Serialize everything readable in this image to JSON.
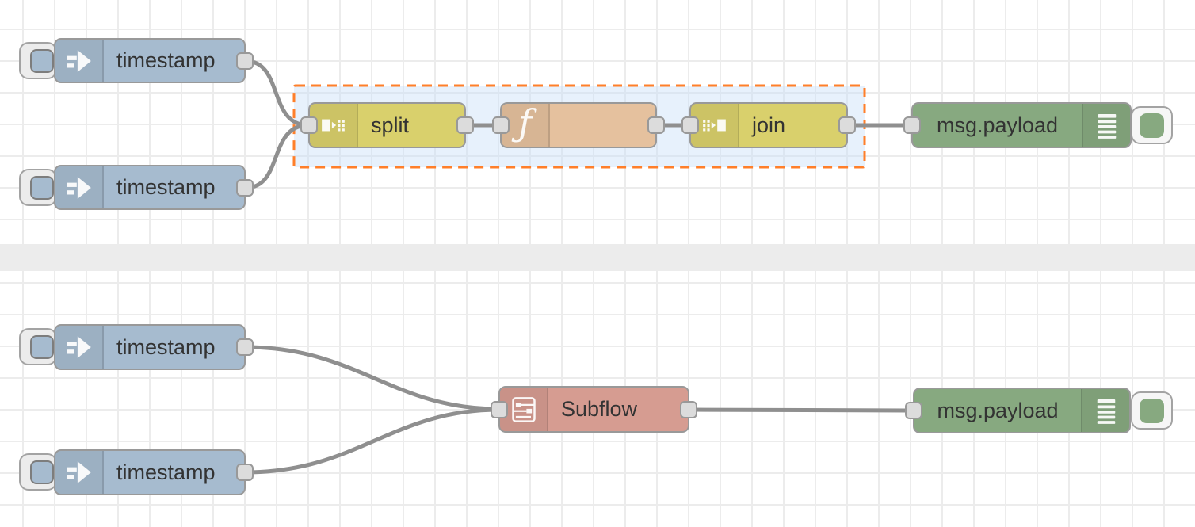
{
  "app": {
    "name": "flow-editor-canvas"
  },
  "canvas": {
    "background": "#ffffff",
    "grid_color": "#ececec",
    "divider_color": "#ececec",
    "wire_color": "#8f8f8f"
  },
  "selection": {
    "border_color": "#ff7f2a",
    "fill_color": "rgba(201,224,249,0.45)"
  },
  "nodes": [
    {
      "type": "inject",
      "label": "timestamp",
      "color": "#a6bbcf",
      "icon": "inject-arrow-icon"
    },
    {
      "type": "inject",
      "label": "timestamp",
      "color": "#a6bbcf",
      "icon": "inject-arrow-icon"
    },
    {
      "type": "split",
      "label": "split",
      "color": "#d9d06c",
      "icon": "split-icon"
    },
    {
      "type": "function",
      "label": "",
      "color": "#e5c19e",
      "icon": "function-f-icon"
    },
    {
      "type": "join",
      "label": "join",
      "color": "#d9d06c",
      "icon": "join-icon"
    },
    {
      "type": "debug",
      "label": "msg.payload",
      "color": "#87a980",
      "icon": "debug-lines-icon"
    },
    {
      "type": "inject",
      "label": "timestamp",
      "color": "#a6bbcf",
      "icon": "inject-arrow-icon"
    },
    {
      "type": "inject",
      "label": "timestamp",
      "color": "#a6bbcf",
      "icon": "inject-arrow-icon"
    },
    {
      "type": "subflow",
      "label": "Subflow",
      "color": "#d69c91",
      "icon": "subflow-icon"
    },
    {
      "type": "debug",
      "label": "msg.payload",
      "color": "#87a980",
      "icon": "debug-lines-icon"
    }
  ]
}
